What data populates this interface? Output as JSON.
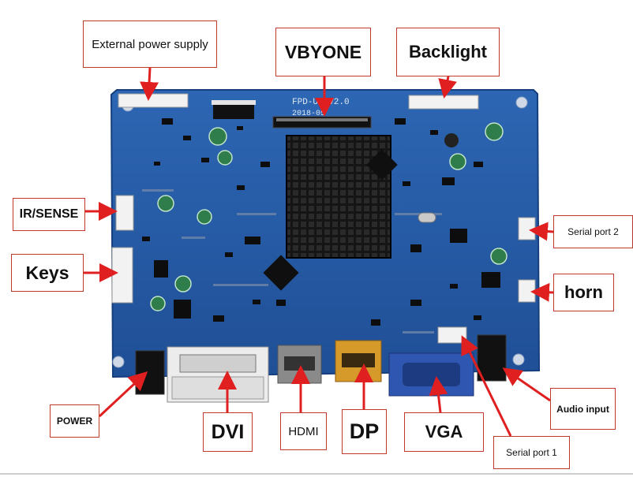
{
  "board": {
    "silkscreen_model": "FPD-UP V2.0",
    "silkscreen_date": "2018-05"
  },
  "labels": {
    "external_power_supply": "External power supply",
    "vbyone": "VBYONE",
    "backlight": "Backlight",
    "ir_sense": "IR/SENSE",
    "keys": "Keys",
    "serial_port_2": "Serial port 2",
    "horn": "horn",
    "power": "POWER",
    "dvi": "DVI",
    "hdmi": "HDMI",
    "dp": "DP",
    "vga": "VGA",
    "serial_port_1": "Serial port 1",
    "audio_input": "Audio input"
  },
  "colors": {
    "pcb_blue": "#2a5fa8",
    "pcb_dark": "#1d4a88",
    "label_border": "#c0392b",
    "arrow_red": "#e02020",
    "heatsink": "#1a1a1a",
    "connector_white": "#eeeeee",
    "hdmi_metal": "#8a8a8a",
    "dp_gold": "#d59a2a",
    "vga_blue": "#2f56b0"
  }
}
